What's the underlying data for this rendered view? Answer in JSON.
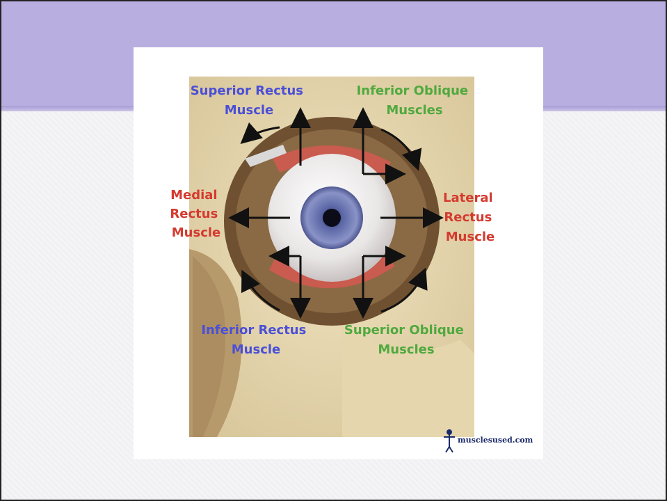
{
  "labels": {
    "superior_rectus": [
      "Superior Rectus",
      "Muscle"
    ],
    "inferior_oblique": [
      "Inferior Oblique",
      "Muscles"
    ],
    "medial_rectus": [
      "Medial",
      "Rectus",
      "Muscle"
    ],
    "lateral_rectus": [
      "Lateral",
      "Rectus",
      "Muscle"
    ],
    "inferior_rectus": [
      "Inferior Rectus",
      "Muscle"
    ],
    "superior_oblique": [
      "Superior Oblique",
      "Muscles"
    ]
  },
  "watermark": "musclesused.com",
  "colors": {
    "rectus_vertical": "#4a4fd6",
    "oblique": "#4fa93e",
    "rectus_horizontal": "#d43a2f",
    "band": "#b9aee0"
  }
}
